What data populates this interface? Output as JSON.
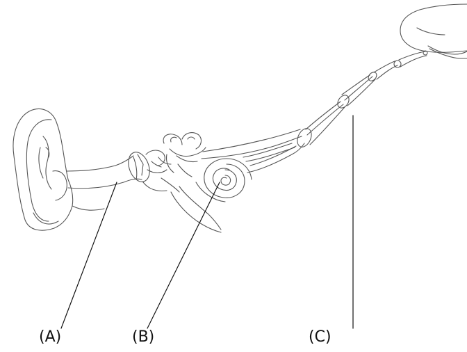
{
  "labels": {
    "a": "(A)",
    "b": "(B)",
    "c": "(C)"
  },
  "colors": {
    "sketch_stroke": "#555555",
    "leader_line": "#111111",
    "text": "#111111",
    "background": "#ffffff"
  }
}
